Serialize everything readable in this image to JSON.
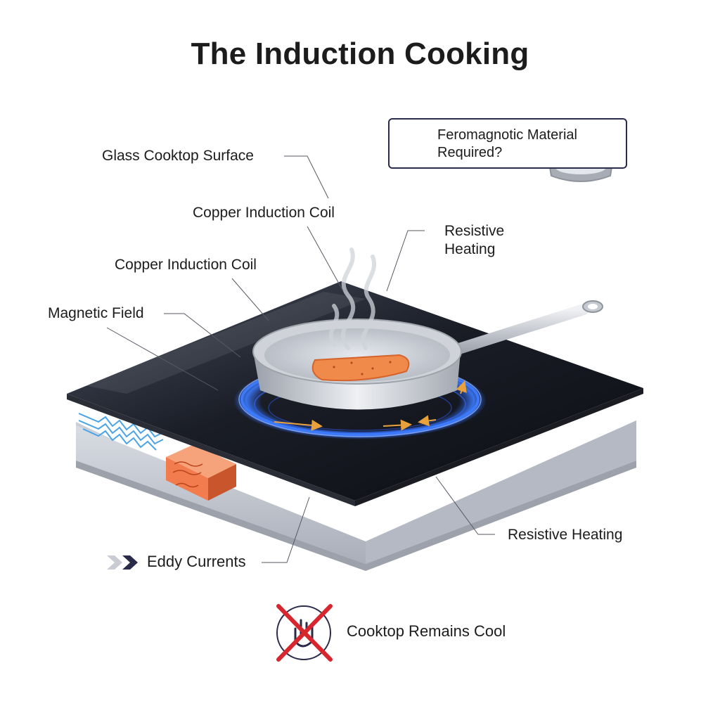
{
  "title": "The Induction Cooking",
  "labels": {
    "glass_surface": "Glass Cooktop Surface",
    "copper_coil_upper": "Copper Induction Coil",
    "copper_coil_lower": "Copper Induction Coil",
    "magnetic_field": "Magnetic Field",
    "resistive_heating_top_line1": "Resistive",
    "resistive_heating_top_line2": "Heating",
    "resistive_heating_bottom": "Resistive Heating",
    "eddy_currents": "Eddy Currents",
    "cooktop_cool": "Cooktop Remains Cool"
  },
  "callout": {
    "line1": "Feromagnotic Material",
    "line2": "Required?",
    "icon": "magnet-icon"
  },
  "colors": {
    "field_glow": "#2f6bff",
    "coil": "#4aa3e6",
    "food": "#f08a4b",
    "cross": "#d8262e",
    "arrow": "#e9a23b"
  }
}
